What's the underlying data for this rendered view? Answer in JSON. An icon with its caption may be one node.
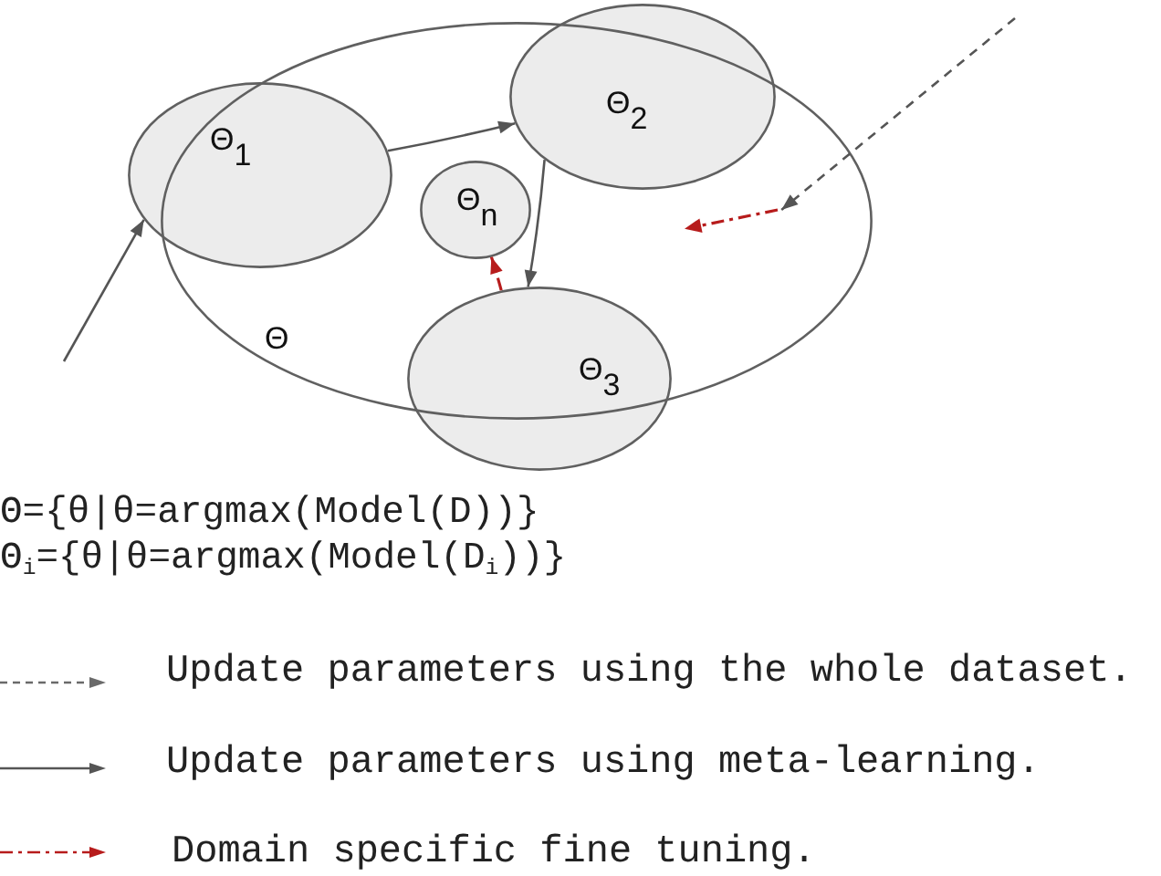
{
  "diagram": {
    "nodes": [
      {
        "text": [
          "Θ"
        ]
      },
      {
        "text": [
          "Θ$_{1}$"
        ]
      },
      {
        "text": [
          "Θ$_{2}$"
        ]
      },
      {
        "text": [
          "Θ$_{n}$"
        ],
        "in": 0
      },
      {
        "text": [
          "Θ$_{3}$"
        ]
      }
    ],
    "edges": [
      {
        "from": null,
        "to": 1,
        "arrow": "to"
      },
      {
        "from": 1,
        "to": 2,
        "arrow": "to"
      },
      {
        "from": 2,
        "to": 4,
        "arrow": "to"
      },
      {
        "from": 4,
        "to": 3,
        "arrow": "to",
        "style": "dashed",
        "color": "#b71c1c"
      },
      {
        "from": null,
        "to": 0,
        "arrow": "to",
        "style": "dashed"
      }
    ],
    "labels": [
      "Θ={θ|θ=argmax(Model(D))}",
      "Θ$_{i}$={θ|θ=argmax(Model(D$_{i}$))}"
    ],
    "legend": [
      {
        "text": "Update parameters using the whole dataset."
      },
      {
        "text": "Update parameters using meta-learning."
      },
      {
        "text": "Domain specific fine tuning."
      }
    ]
  }
}
